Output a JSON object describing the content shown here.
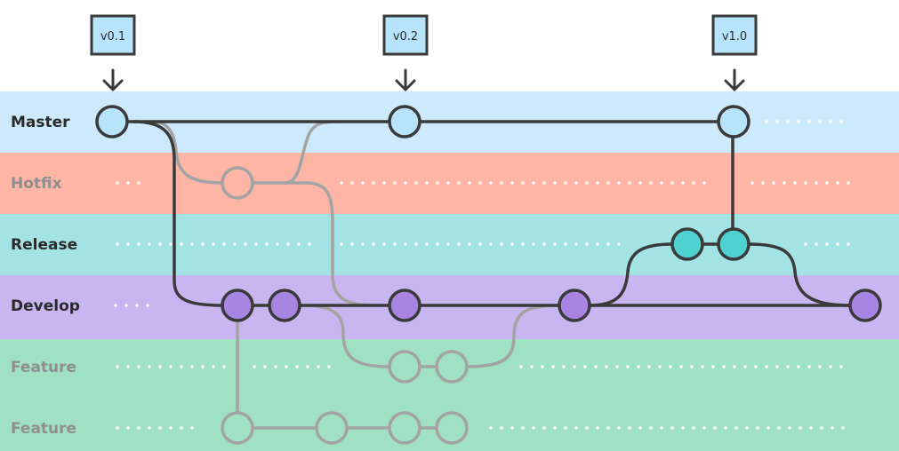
{
  "lanes": [
    {
      "id": "master",
      "label": "Master",
      "color": "#cdeafc",
      "text_color": "#2b2b2b"
    },
    {
      "id": "hotfix",
      "label": "Hotfix",
      "color": "#fdb5a6",
      "text_color": "#8f8f8f"
    },
    {
      "id": "release",
      "label": "Release",
      "color": "#a3e3e3",
      "text_color": "#2b2b2b"
    },
    {
      "id": "develop",
      "label": "Develop",
      "color": "#c9b5ef",
      "text_color": "#2b2b2b"
    },
    {
      "id": "feature1",
      "label": "Feature",
      "color": "#a0e1c4",
      "text_color": "#8f8f8f"
    },
    {
      "id": "feature2",
      "label": "Feature",
      "color": "#a0e1c4",
      "text_color": "#8f8f8f"
    }
  ],
  "tags": [
    {
      "label": "v0.1",
      "commit": "m1"
    },
    {
      "label": "v0.2",
      "commit": "m2"
    },
    {
      "label": "v1.0",
      "commit": "m3"
    }
  ],
  "colors": {
    "line_active": "#3a3a3a",
    "line_inactive": "#a3a3a3",
    "tag_fill": "#b7e4fb",
    "commit_master": "#b7e4fb",
    "commit_release": "#4fd1d1",
    "commit_develop": "#a884e3",
    "commit_inactive": "none",
    "dots": "#ffffff"
  }
}
